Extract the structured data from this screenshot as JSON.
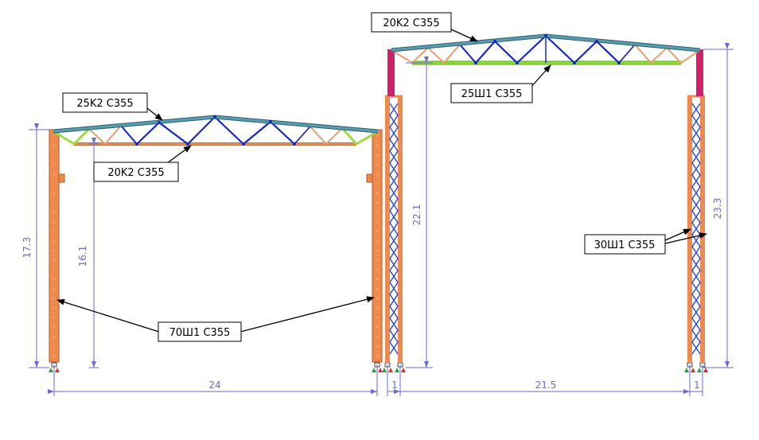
{
  "colors": {
    "column_orange": "#ee8a4e",
    "column_edge": "#b55a28",
    "lattice_blue": "#3050d0",
    "truss_chord": "#4a8aa0",
    "truss_web_blue": "#1428c8",
    "truss_web_orange": "#e8a070",
    "truss_end_green": "#9cdc3c",
    "beam_green": "#8ee030",
    "post_crimson": "#d0206a",
    "dimension": "#6a6ad2",
    "leader": "#000000",
    "support_green": "#2aa040",
    "support_red": "#e03030"
  },
  "labels": {
    "left_top_chord": "25K2 C355",
    "left_bottom_chord": "20K2 C355",
    "left_columns": "70Ш1 C355",
    "right_top_chord": "20K2 C355",
    "right_bottom_chord": "25Ш1 C355",
    "right_columns": "30Ш1 C355"
  },
  "dimensions": {
    "left_span": "24",
    "gap_1": "1",
    "right_span": "21.5",
    "gap_2": "1",
    "left_column_height": "17.3",
    "left_clear_height": "16.1",
    "right_clear_height": "22.1",
    "right_total_height": "23.3"
  }
}
